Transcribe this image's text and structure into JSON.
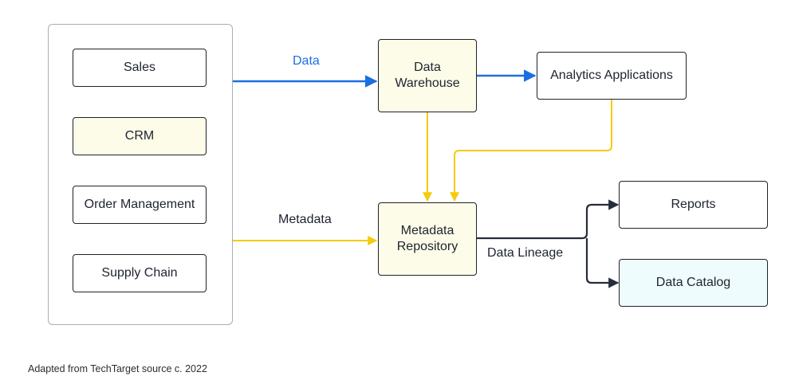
{
  "nodes": {
    "sales": "Sales",
    "crm": "CRM",
    "order_management": "Order Management",
    "supply_chain": "Supply Chain",
    "data_warehouse": "Data\nWarehouse",
    "analytics_applications": "Analytics Applications",
    "metadata_repository": "Metadata\nRepository",
    "reports": "Reports",
    "data_catalog": "Data Catalog"
  },
  "edges": {
    "data_label": "Data",
    "metadata_label": "Metadata",
    "lineage_label": "Data Lineage"
  },
  "footer": {
    "source_note": "Adapted from TechTarget source c. 2022"
  },
  "colors": {
    "data_flow": "#1b6fe0",
    "metadata_flow": "#f5cb0c",
    "lineage_flow": "#262c3b",
    "source_arrow": "#555a63",
    "yellow_fill": "#fcfce8",
    "cyan_fill": "#eefcfd"
  }
}
